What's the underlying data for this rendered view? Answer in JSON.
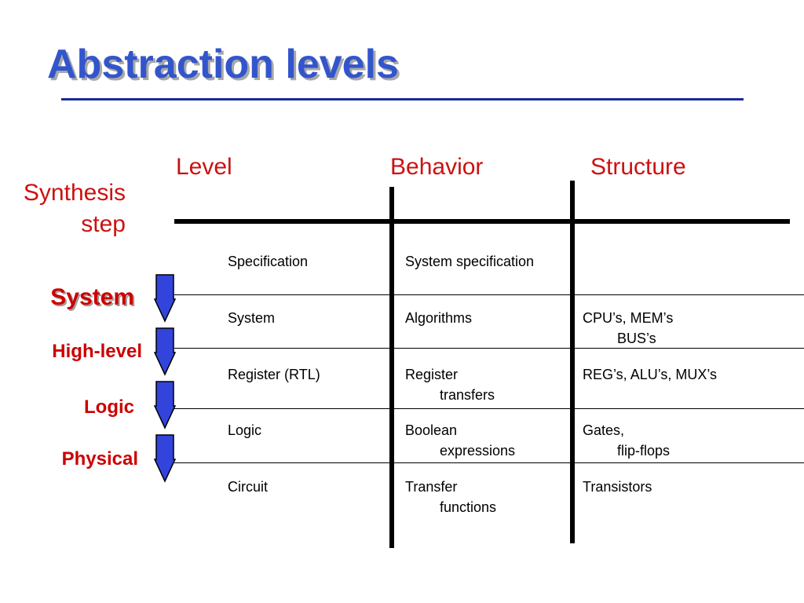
{
  "slide": {
    "title": "Abstraction levels"
  },
  "headers": {
    "synthesis_line1": "Synthesis",
    "synthesis_line2": "step",
    "level": "Level",
    "behavior": "Behavior",
    "structure": "Structure"
  },
  "synthesis_steps": [
    "System",
    "High-level",
    "Logic",
    "Physical"
  ],
  "rows": [
    {
      "level": "Specification",
      "behavior": [
        "System specification"
      ],
      "structure": []
    },
    {
      "level": "System",
      "behavior": [
        "Algorithms"
      ],
      "structure": [
        "CPU’s, MEM’s",
        "BUS’s"
      ]
    },
    {
      "level": "Register (RTL)",
      "behavior": [
        "Register",
        "transfers"
      ],
      "structure": [
        "REG’s, ALU’s, MUX’s"
      ]
    },
    {
      "level": "Logic",
      "behavior": [
        "Boolean",
        "expressions"
      ],
      "structure": [
        "Gates,",
        "flip-flops"
      ]
    },
    {
      "level": "Circuit",
      "behavior": [
        "Transfer",
        "functions"
      ],
      "structure": [
        "Transistors"
      ]
    }
  ],
  "colors": {
    "title": "#3355cc",
    "rule": "#1a2a99",
    "accent_red": "#cc1111",
    "arrow_fill": "#3344dd"
  },
  "icons": {
    "step_arrow": "down-arrow-icon"
  }
}
